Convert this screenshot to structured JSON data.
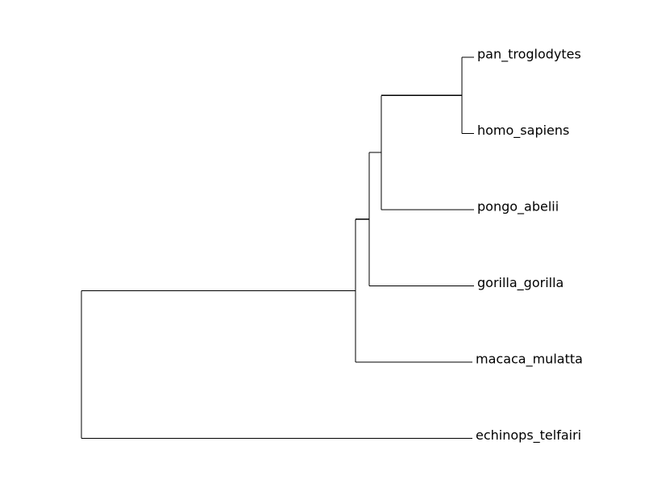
{
  "tree": {
    "leaves": [
      {
        "id": "pan",
        "label": "pan_troglodytes",
        "branch_length": 0.15
      },
      {
        "id": "homo",
        "label": "homo_sapiens",
        "branch_length": 0.15
      },
      {
        "id": "pongo",
        "label": "pongo_abelii",
        "branch_length": 1.15
      },
      {
        "id": "gorilla",
        "label": "gorilla_gorilla",
        "branch_length": 1.3
      },
      {
        "id": "macaca",
        "label": "macaca_mulatta",
        "branch_length": 1.45
      },
      {
        "id": "echinops",
        "label": "echinops_telfairi",
        "branch_length": 4.85
      }
    ],
    "internal_nodes": [
      {
        "id": "pan_homo",
        "children": [
          "pan",
          "homo"
        ],
        "branch_length": 1.0
      },
      {
        "id": "pan_homo_pongo",
        "children": [
          "pan_homo",
          "pongo"
        ],
        "branch_length": 0.15
      },
      {
        "id": "hominidae",
        "children": [
          "pan_homo_pongo",
          "gorilla"
        ],
        "branch_length": 0.17
      },
      {
        "id": "primates",
        "children": [
          "hominidae",
          "macaca"
        ],
        "branch_length": 3.4
      },
      {
        "id": "root",
        "children": [
          "primates",
          "echinops"
        ],
        "branch_length": 0
      }
    ]
  }
}
